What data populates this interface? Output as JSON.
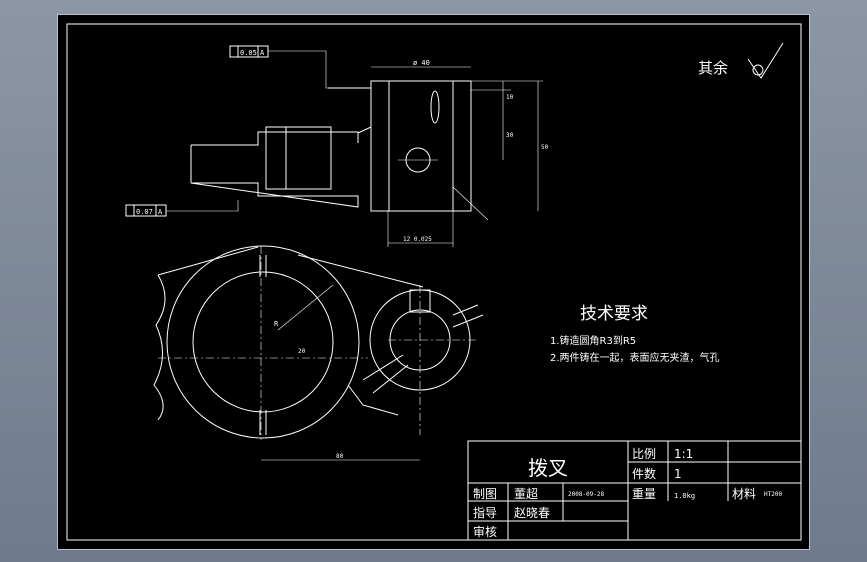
{
  "drawing": {
    "roughness_note": "其余",
    "tolerances": {
      "top_frame": "0.05",
      "top_datum": "A",
      "bottom_frame": "0.07",
      "bottom_datum": "A"
    },
    "dimensions": {
      "dia_40": "ø 40",
      "dim_10": "10",
      "dim_30": "30",
      "dim_50": "50",
      "dim_12": "12 0.025",
      "dim_80": "80",
      "dim_R": "R",
      "dim_20": "20"
    },
    "tech_requirements": {
      "title": "技术要求",
      "items": [
        "1.铸造圆角R3到R5",
        "2.两件铸在一起，表面应无夹渣，气孔"
      ]
    }
  },
  "title_block": {
    "part_name": "拨叉",
    "scale_label": "比例",
    "scale_value": "1:1",
    "count_label": "件数",
    "count_value": "1",
    "drawn_label": "制图",
    "drawn_name": "董超",
    "date": "2008-09-28",
    "weight_label": "重量",
    "weight_value": "1.0kg",
    "material_label": "材料",
    "material_value": "HT200",
    "guide_label": "指导",
    "guide_name": "赵晓春",
    "review_label": "审核"
  },
  "colors": {
    "background": "#000000",
    "lines": "#ffffff",
    "frame": "#7b8596"
  }
}
